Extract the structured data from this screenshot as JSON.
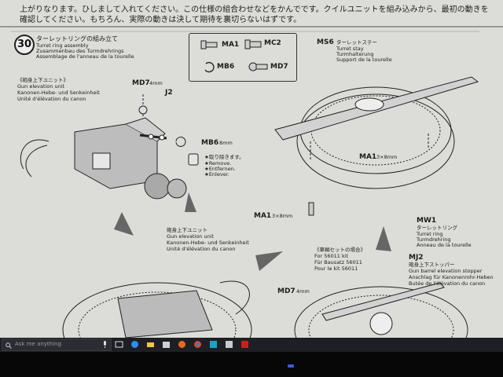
{
  "header": {
    "line1": "上がりなります。ひしまして入れてください。この仕様の組合わせなどをかんでです。クイルユニットを組み込みから、最初の動きを",
    "line2": "確認してください。もちろん、実際の動きは決して期待を裏切らないはずです。"
  },
  "step": {
    "number": "30",
    "title_jp": "ターレットリングの組み立て",
    "title_en": "Turret ring assembly",
    "title_de": "Zusammenbau des Turmdrehrings",
    "title_fr": "Assemblage de l'anneau de la tourelle"
  },
  "parts_box": {
    "items": [
      {
        "code": "MA1",
        "icon": "screw-icon"
      },
      {
        "code": "MC2",
        "icon": "long-screw-icon"
      },
      {
        "code": "MB6",
        "icon": "e-ring-icon"
      },
      {
        "code": "MD7",
        "icon": "pin-icon"
      }
    ]
  },
  "gun_unit_top": {
    "jp": "《砲身上下ユニット》",
    "en": "Gun elevation unit",
    "de": "Kanonen-Hebe- und Senkeinheit",
    "fr": "Unité d'élévation du canon"
  },
  "callouts": {
    "md7": "MD7",
    "md7_size": "4mm",
    "j2": "J2",
    "mb6": "MB6",
    "mb6_size": "8mm",
    "remove_jp": "★取り除きます。",
    "remove_en": "★Remove.",
    "remove_de": "★Entfernen.",
    "remove_fr": "★Enlever.",
    "ms6": "MS6",
    "ms6_jp": "ターレットステー",
    "ms6_en": "Turret stay",
    "ms6_de": "Turmhalterung",
    "ms6_fr": "Support de la tourelle",
    "ma1_right": "MA1",
    "ma1_right_size": "3×8mm",
    "ma1_mid": "MA1",
    "ma1_mid_size": "3×8mm",
    "mw1": "MW1",
    "mw1_jp": "ターレットリング",
    "mw1_en": "Turret ring",
    "mw1_de": "Turmdrehring",
    "mw1_fr": "Anneau de la tourelle",
    "md7_bottom": "MD7",
    "md7_bottom_size": "4mm",
    "mj2": "MJ2",
    "mj2_jp": "砲身上下ストッパー",
    "mj2_en": "Gun barrel elevation stopper",
    "mj2_de": "Anschlag für Kanonenrohr-Heben",
    "mj2_fr": "Butée de l'élévation du canon"
  },
  "gun_unit_bottom": {
    "jp": "砲身上下ユニット",
    "en": "Gun elevation unit",
    "de": "Kanonen-Hebe- und Senkeinheit",
    "fr": "Unité d'élévation du canon"
  },
  "kit_note": {
    "jp": "《車輌セットの場合》",
    "en": "For 56011 kit",
    "de": "Für Bausatz 56011",
    "fr": "Pour le kit 56011"
  },
  "taskbar": {
    "search_placeholder": "Ask me anything",
    "icons": [
      "microphone-icon",
      "task-view-icon",
      "edge-icon",
      "file-explorer-icon",
      "store-icon",
      "firefox-icon",
      "chrome-icon",
      "app-icon",
      "acrobat-icon"
    ]
  }
}
